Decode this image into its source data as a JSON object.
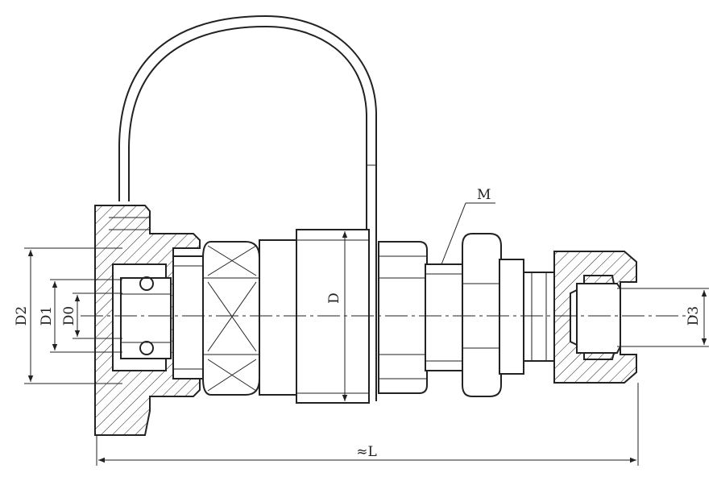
{
  "labels": {
    "D": "D",
    "M": "M",
    "D0": "D0",
    "D1": "D1",
    "D2": "D2",
    "D3": "D3",
    "L": "≈L"
  }
}
